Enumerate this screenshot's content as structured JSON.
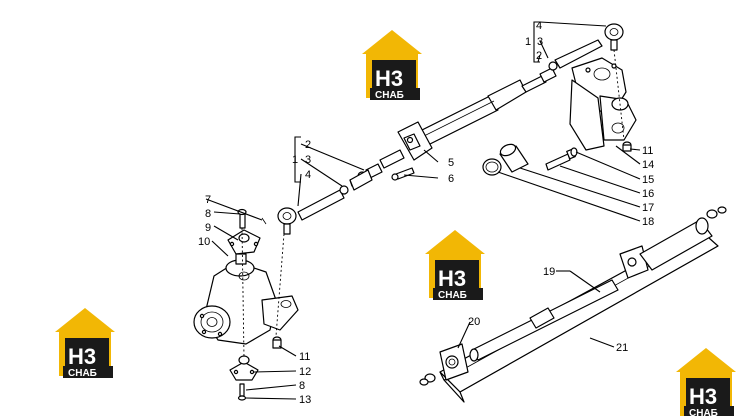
{
  "callouts": [
    "1",
    "2",
    "3",
    "4",
    "5",
    "6",
    "7",
    "8",
    "9",
    "10",
    "11",
    "12",
    "13",
    "14",
    "15",
    "16",
    "17",
    "18",
    "19",
    "20",
    "21"
  ],
  "logo": {
    "mark_letters": "Н3",
    "caption": "СНАБ",
    "color_accent": "#f2b705",
    "color_dark": "#1a1a1a"
  }
}
